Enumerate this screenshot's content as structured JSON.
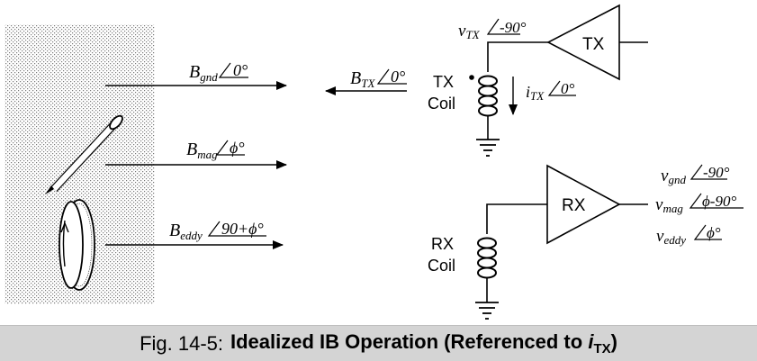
{
  "caption": {
    "prefix": "Fig. 14-5:",
    "title": "Idealized IB Operation (Referenced to ",
    "italic_var": "i",
    "italic_sub": "TX",
    "close": ")"
  },
  "fields": {
    "gnd": {
      "sym": "B",
      "sub": "gnd",
      "angle": "0°"
    },
    "mag": {
      "sym": "B",
      "sub": "mag",
      "angle": "ϕ°"
    },
    "eddy": {
      "sym": "B",
      "sub": "eddy",
      "angle": "90+ϕ°"
    },
    "tx": {
      "sym": "B",
      "sub": "TX",
      "angle": "0°"
    }
  },
  "tx_section": {
    "amp_label": "TX",
    "coil_label_1": "TX",
    "coil_label_2": "Coil",
    "voltage": {
      "sym": "v",
      "sub": "TX",
      "angle": "-90°"
    },
    "current": {
      "sym": "i",
      "sub": "TX",
      "angle": "0°"
    }
  },
  "rx_section": {
    "amp_label": "RX",
    "coil_label_1": "RX",
    "coil_label_2": "Coil",
    "outputs": [
      {
        "sym": "v",
        "sub": "gnd",
        "angle": "-90°"
      },
      {
        "sym": "v",
        "sub": "mag",
        "angle": "ϕ-90°"
      },
      {
        "sym": "v",
        "sub": "eddy",
        "angle": "ϕ°"
      }
    ]
  }
}
